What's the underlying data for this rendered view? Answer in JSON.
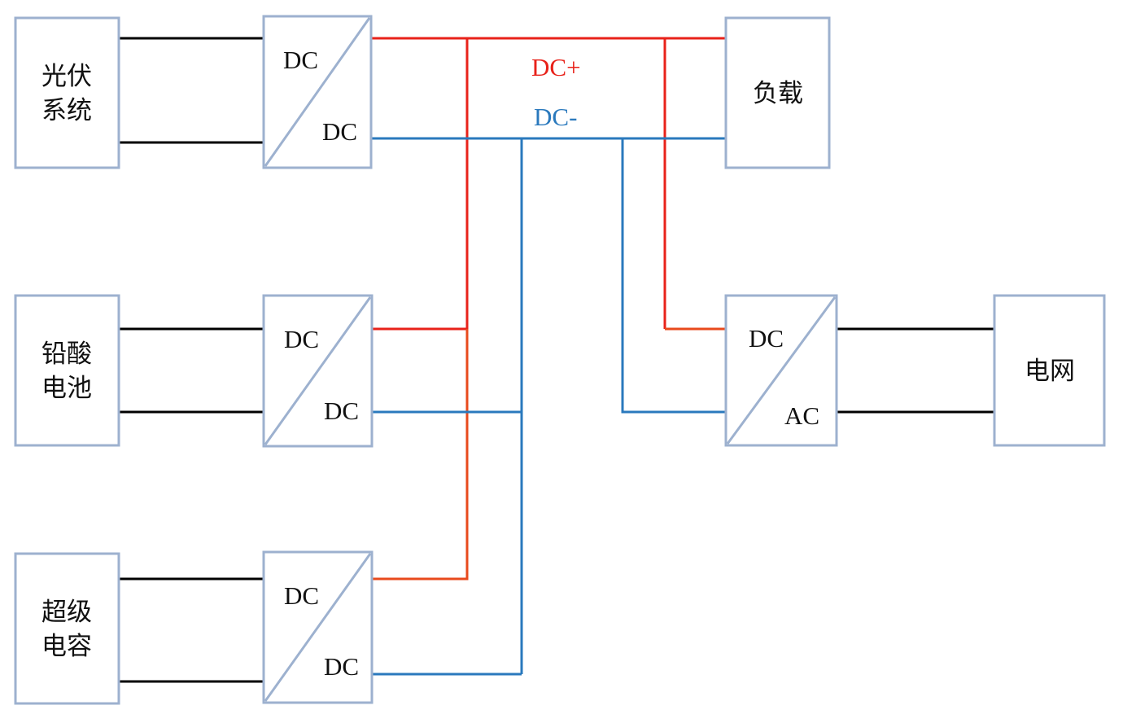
{
  "source": {
    "pv": [
      "光伏",
      "系统"
    ],
    "battery": [
      "铅酸",
      "电池"
    ],
    "supercap": [
      "超级",
      "电容"
    ]
  },
  "converters": {
    "pv_dcdc": {
      "in": "DC",
      "out": "DC"
    },
    "battery_dcdc": {
      "in": "DC",
      "out": "DC"
    },
    "supercap_dcdc": {
      "in": "DC",
      "out": "DC"
    },
    "grid_dcac": {
      "in": "DC",
      "out": "AC"
    }
  },
  "load": "负载",
  "grid": "电网",
  "bus": {
    "positive": "DC+",
    "negative": "DC-",
    "positive_color": "#e8221a",
    "negative_color": "#2a79bd"
  }
}
